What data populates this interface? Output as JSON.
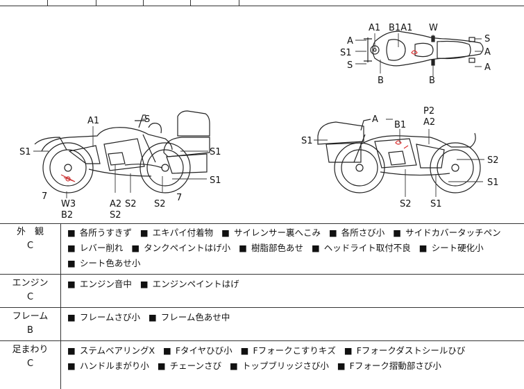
{
  "diagram": {
    "labels": {
      "top_view": [
        "A1",
        "B1A1",
        "W",
        "A",
        "S1",
        "S",
        "B",
        "B",
        "S",
        "A",
        "A"
      ],
      "left_view": [
        "A1",
        "S",
        "S1",
        "S1",
        "S1",
        "7",
        "W3",
        "B2",
        "A2",
        "S2",
        "S2",
        "S2",
        "7"
      ],
      "right_view": [
        "A",
        "B1",
        "P2",
        "A2",
        "S1",
        "S2",
        "S1",
        "S2",
        "S1"
      ]
    }
  },
  "rows": [
    {
      "category": "外　観",
      "grade": "C",
      "items": [
        "各所うすきず",
        "エキパイ付着物",
        "サイレンサー裏へこみ",
        "各所さび小",
        "サイドカバータッチペン",
        "レバー削れ",
        "タンクペイントはげ小",
        "樹脂部色あせ",
        "ヘッドライト取付不良",
        "シート硬化小",
        "シート色あせ小"
      ]
    },
    {
      "category": "エンジン",
      "grade": "C",
      "items": [
        "エンジン音中",
        "エンジンペイントはげ"
      ]
    },
    {
      "category": "フレーム",
      "grade": "B",
      "items": [
        "フレームさび小",
        "フレーム色あせ中"
      ]
    },
    {
      "category": "足まわり",
      "grade": "C",
      "items": [
        "ステムベアリングX",
        "Fタイヤひび小",
        "Fフォークこすりキズ",
        "Fフォークダストシールひび",
        "ハンドルまがり小",
        "チェーンさび",
        "トップブリッジさび小",
        "Fフォーク摺動部さび小"
      ]
    }
  ]
}
